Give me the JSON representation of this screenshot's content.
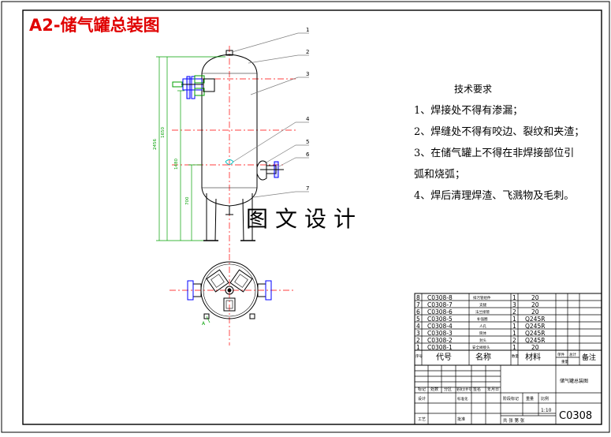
{
  "drawing": {
    "banner_title": "A2-储气罐总装图",
    "watermark": "图文设计",
    "callouts": [
      "1",
      "2",
      "3",
      "4",
      "5",
      "6",
      "7"
    ],
    "dimensions": [
      "1650",
      "2456",
      "1480",
      "700"
    ],
    "view_label": "A"
  },
  "tech_requirements": {
    "title": "技术要求",
    "items": [
      "1、焊接处不得有渗漏；",
      "2、焊缝处不得有咬边、裂纹和夹渣；",
      "3、在储气罐上不得在非焊接部位引",
      "弧和烧弧；",
      "4、焊后清理焊渣、飞溅物及毛刺。"
    ]
  },
  "parts_list": {
    "rows": [
      {
        "no": "8",
        "code": "C0308-8",
        "name": "排污管组件",
        "qty": "1",
        "material": "20"
      },
      {
        "no": "7",
        "code": "C0308-7",
        "name": "支腿",
        "qty": "3",
        "material": "20"
      },
      {
        "no": "6",
        "code": "C0308-6",
        "name": "法兰接管",
        "qty": "2",
        "material": "20"
      },
      {
        "no": "5",
        "code": "C0308-5",
        "name": "补强圈",
        "qty": "1",
        "material": "Q245R"
      },
      {
        "no": "4",
        "code": "C0308-4",
        "name": "人孔",
        "qty": "1",
        "material": "Q245R"
      },
      {
        "no": "3",
        "code": "C0308-3",
        "name": "筒体",
        "qty": "1",
        "material": "Q245R"
      },
      {
        "no": "2",
        "code": "C0308-2",
        "name": "封头",
        "qty": "2",
        "material": "Q245R"
      },
      {
        "no": "1",
        "code": "C0308-1",
        "name": "安全阀接头",
        "qty": "1",
        "material": "20"
      }
    ],
    "header": {
      "no": "序号",
      "code": "代号",
      "name": "名称",
      "qty": "数量",
      "material": "材料",
      "unit_weight": "单件",
      "total_weight": "总计",
      "weight": "重量",
      "remark": "备注"
    }
  },
  "title_block": {
    "drawing_name": "储气罐总装图",
    "drawing_code": "C0308",
    "scale": "1:10",
    "labels": {
      "designer": "设计",
      "standardization": "标准化",
      "process": "工艺",
      "approve": "批准",
      "stage_mark": "阶段标记",
      "weight": "重量",
      "scale": "比例",
      "sheets": "共 张 第 张",
      "marks": "标记",
      "count": "处数",
      "zone": "分区",
      "change_doc": "更改文件号",
      "signature": "签名",
      "date": "年月日"
    }
  },
  "colors": {
    "frame": "#000000",
    "banner_red": "#e00000",
    "dim_green": "#00a000",
    "flange_blue": "#0000ff",
    "center_red": "#ff0000",
    "leader_gray": "#808080",
    "marker_cyan": "#00c0c0"
  }
}
